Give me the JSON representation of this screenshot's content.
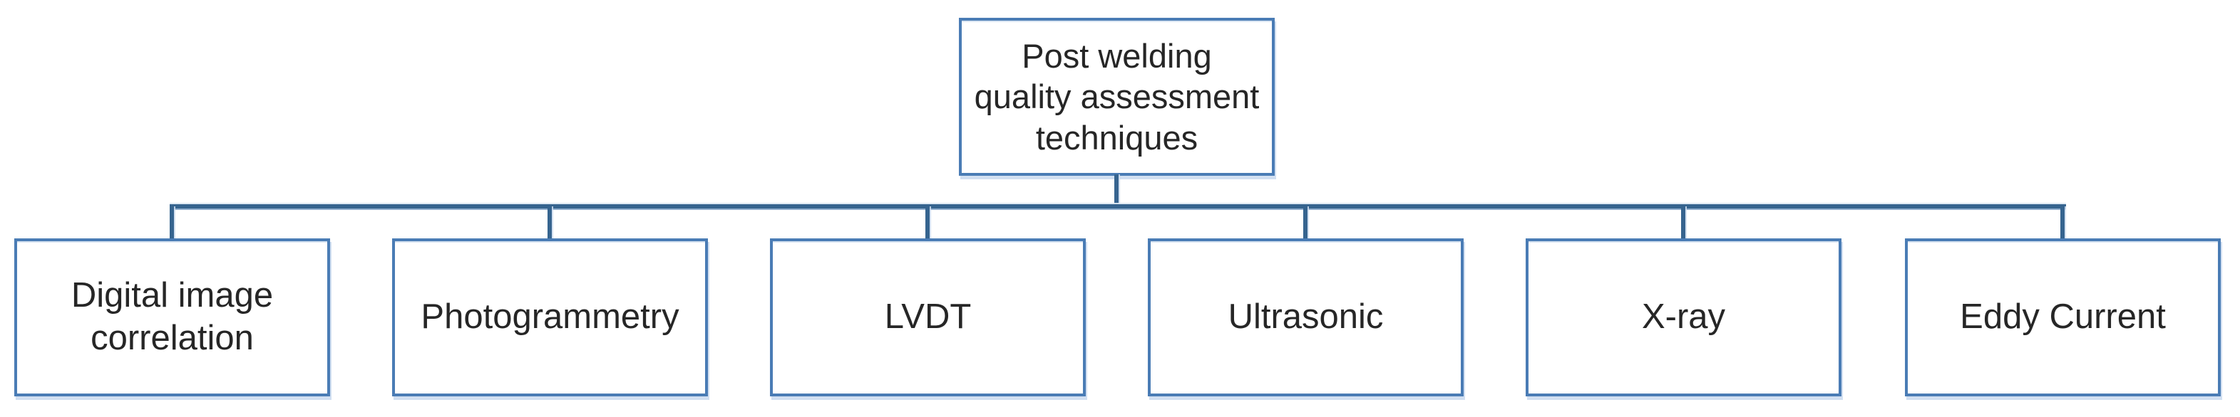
{
  "diagram": {
    "title": "Post welding quality assessment techniques",
    "root": {
      "label": "Post welding\nquality assessment\ntechniques"
    },
    "children": [
      {
        "label": "Digital image\ncorrelation"
      },
      {
        "label": "Photogrammetry"
      },
      {
        "label": "LVDT"
      },
      {
        "label": "Ultrasonic"
      },
      {
        "label": "X-ray"
      },
      {
        "label": "Eddy Current"
      }
    ]
  },
  "colors": {
    "box-border": "#4a7cb5",
    "connector": "#36648f",
    "halo": "#d6e2f0",
    "text": "#262626",
    "bg": "#ffffff"
  }
}
